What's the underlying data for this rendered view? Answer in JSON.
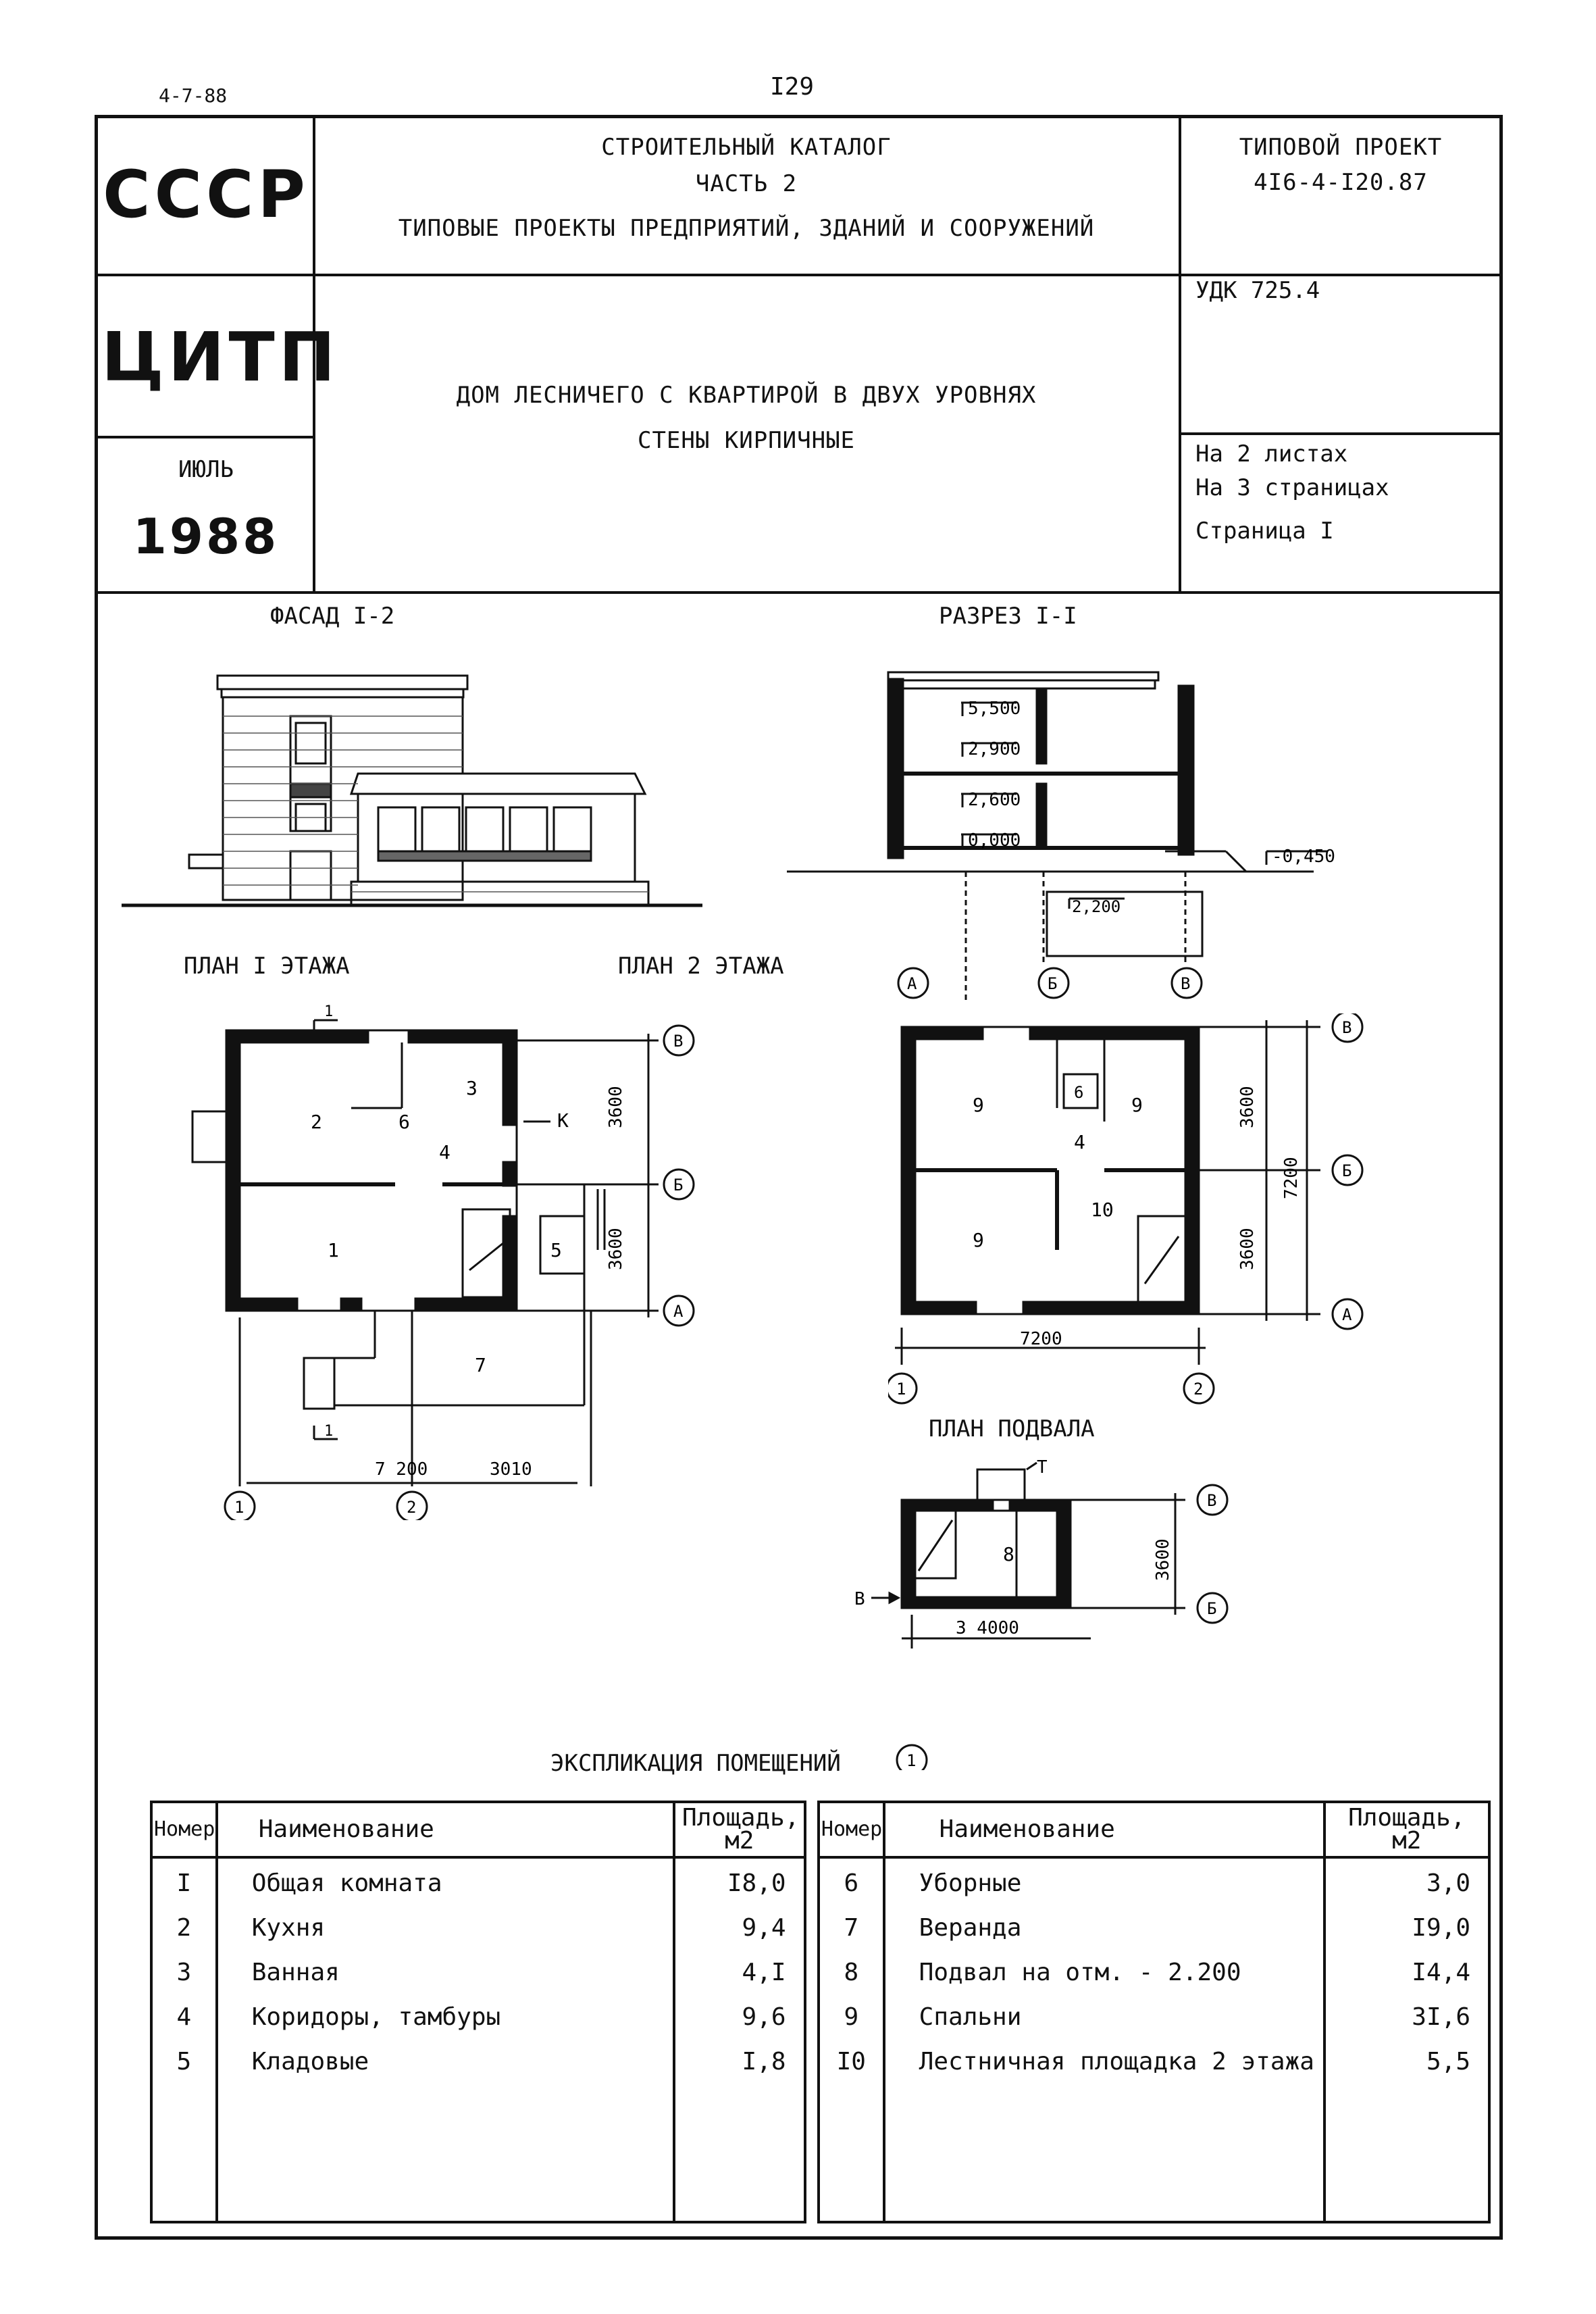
{
  "top": {
    "code": "4-7-88",
    "page_number": "I29"
  },
  "header": {
    "ussr": "СССР",
    "catalog": [
      "СТРОИТЕЛЬНЫЙ КАТАЛОГ",
      "ЧАСТЬ 2",
      "ТИПОВЫЕ ПРОЕКТЫ ПРЕДПРИЯТИЙ, ЗДАНИЙ И СООРУЖЕНИЙ"
    ],
    "project_label": "ТИПОВОЙ ПРОЕКТ",
    "project_number": "4I6-4-I20.87",
    "org": "ЦИТП",
    "udk": "УДК 725.4",
    "title_lines": [
      "ДОМ ЛЕСНИЧЕГО С КВАРТИРОЙ В ДВУХ УРОВНЯХ",
      "СТЕНЫ КИРПИЧНЫЕ"
    ],
    "month": "ИЮЛЬ",
    "year": "1988",
    "sheets": "На 2 листах",
    "pages": "На 3 страницах",
    "page": "Страница I"
  },
  "drawings": {
    "facade_title": "ФАСАД I-2",
    "section_title": "РАЗРЕЗ I-I",
    "plan1_title": "ПЛАН I ЭТАЖА",
    "plan2_title": "ПЛАН 2 ЭТАЖА",
    "basement_title": "ПЛАН ПОДВАЛА",
    "levels": [
      "5,500",
      "2,900",
      "2,600",
      "0,000",
      "-0,450",
      "2,200"
    ],
    "axes": {
      "a": "А",
      "b": "Б",
      "v": "В",
      "one": "1",
      "two": "2"
    },
    "dims": {
      "d3600": "3600",
      "d7200": "7200",
      "d7200s": "7 200",
      "d3010": "3010",
      "d7200b": "7200",
      "d34000": "3 4000"
    },
    "marks": {
      "k": "K",
      "t": "T",
      "v": "В",
      "cut": "1"
    },
    "room_numbers": [
      "1",
      "2",
      "3",
      "4",
      "5",
      "6",
      "7",
      "8",
      "9",
      "10"
    ]
  },
  "explication": {
    "title": "ЭКСПЛИКАЦИЯ ПОМЕЩЕНИЙ",
    "headers": {
      "num": "Номер",
      "name": "Наименование",
      "area": "Площадь, м2"
    },
    "left": [
      {
        "num": "I",
        "name": "Общая комната",
        "area": "I8,0"
      },
      {
        "num": "2",
        "name": "Кухня",
        "area": "9,4"
      },
      {
        "num": "3",
        "name": "Ванная",
        "area": "4,I"
      },
      {
        "num": "4",
        "name": "Коридоры, тамбуры",
        "area": "9,6"
      },
      {
        "num": "5",
        "name": "Кладовые",
        "area": "I,8"
      }
    ],
    "right": [
      {
        "num": "6",
        "name": "Уборные",
        "area": "3,0"
      },
      {
        "num": "7",
        "name": "Веранда",
        "area": "I9,0"
      },
      {
        "num": "8",
        "name": "Подвал на отм. - 2.200",
        "area": "I4,4"
      },
      {
        "num": "9",
        "name": "Спальни",
        "area": "3I,6"
      },
      {
        "num": "I0",
        "name": "Лестничная площадка 2 этажа",
        "area": "5,5"
      }
    ]
  }
}
